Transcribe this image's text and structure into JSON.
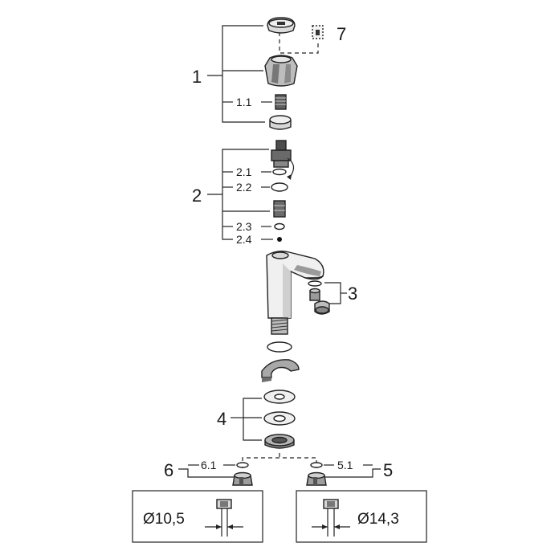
{
  "callouts": {
    "c1": "1",
    "c1_1": "1.1",
    "c2": "2",
    "c2_1": "2.1",
    "c2_2": "2.2",
    "c2_3": "2.3",
    "c2_4": "2.4",
    "c3": "3",
    "c4": "4",
    "c5": "5",
    "c5_1": "5.1",
    "c6": "6",
    "c6_1": "6.1",
    "c7": "7"
  },
  "pipes": {
    "left": "Ø10,5",
    "right": "Ø14,3"
  },
  "colors": {
    "line": "#222222",
    "part_fill": "#dddddd",
    "part_dark": "#555555"
  }
}
